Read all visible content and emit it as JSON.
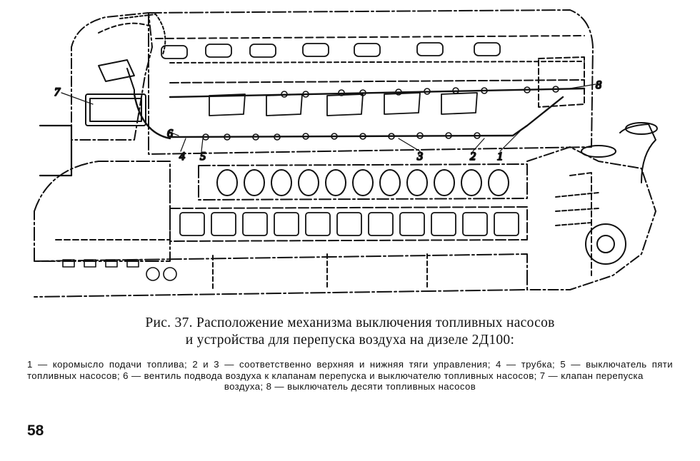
{
  "figure": {
    "callouts": [
      "1",
      "2",
      "3",
      "4",
      "5",
      "6",
      "7",
      "8"
    ],
    "ink_color": "#111111"
  },
  "caption": {
    "line1": "Рис. 37. Расположение механизма выключения топливных насосов",
    "line2": "и устройства для перепуска воздуха на дизеле 2Д100:"
  },
  "legend": {
    "text": "1 — коромысло подачи топлива; 2 и 3 — соответственно верхняя и нижняя тяги управления; 4 — трубка; 5 — выключатель пяти топливных насосов; 6 — вентиль подвода воздуха к клапанам перепуска и выключателю топливных насосов; 7 — клапан перепуска",
    "last_line": "воздуха; 8 — выключатель десяти топливных насосов"
  },
  "page_number": "58"
}
